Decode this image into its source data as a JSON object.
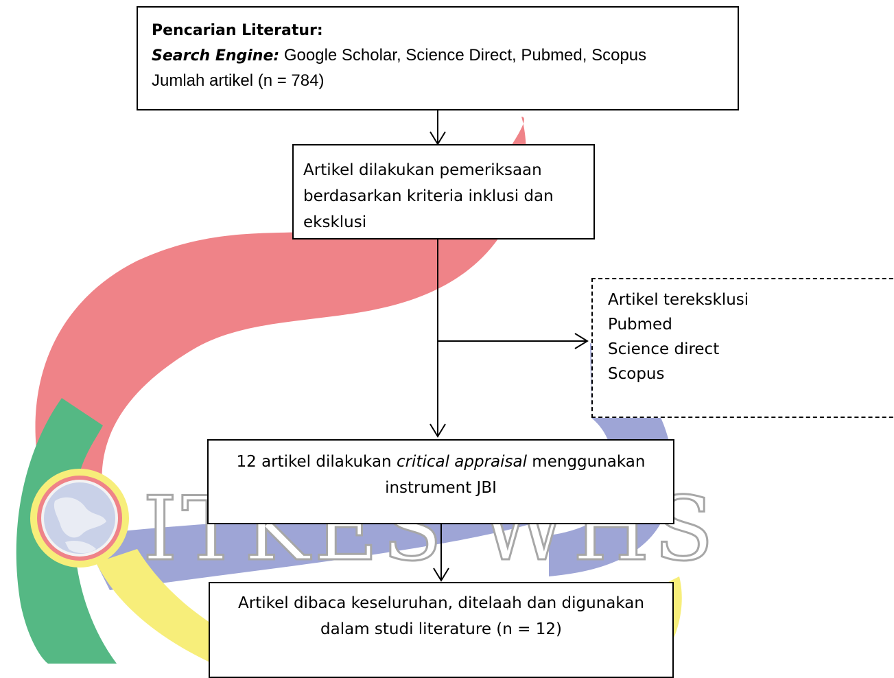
{
  "flowchart": {
    "search_box": {
      "title": "Pencarian Literatur:",
      "search_engine_label": "Search Engine:",
      "search_engine_value": " Google Scholar, Science Direct, Pubmed, Scopus",
      "article_count": "Jumlah artikel (n = 784)"
    },
    "screening_box": {
      "lines": [
        "Artikel dilakukan pemeriksaan",
        "berdasarkan kriteria inklusi  dan",
        "eksklusi"
      ]
    },
    "excluded_box": {
      "lines": [
        "Artikel tereksklusi",
        "Pubmed",
        "Science direct",
        "Scopus"
      ]
    },
    "appraisal_box": {
      "text_before": "12 artikel dilakukan ",
      "text_italic": "critical appraisal",
      "text_after": " menggunakan",
      "line2": "instrument JBI"
    },
    "final_box": {
      "line1": "Artikel dibaca keseluruhan, ditelaah dan digunakan",
      "line2": "dalam studi literature (n = 12)"
    }
  },
  "watermark": {
    "text": "ITKES WHS",
    "colors": {
      "red": "#ef8388",
      "green": "#55b884",
      "yellow": "#f7ee7a",
      "blue": "#9ea5d6",
      "gray_text": "#a7a7a7"
    }
  }
}
